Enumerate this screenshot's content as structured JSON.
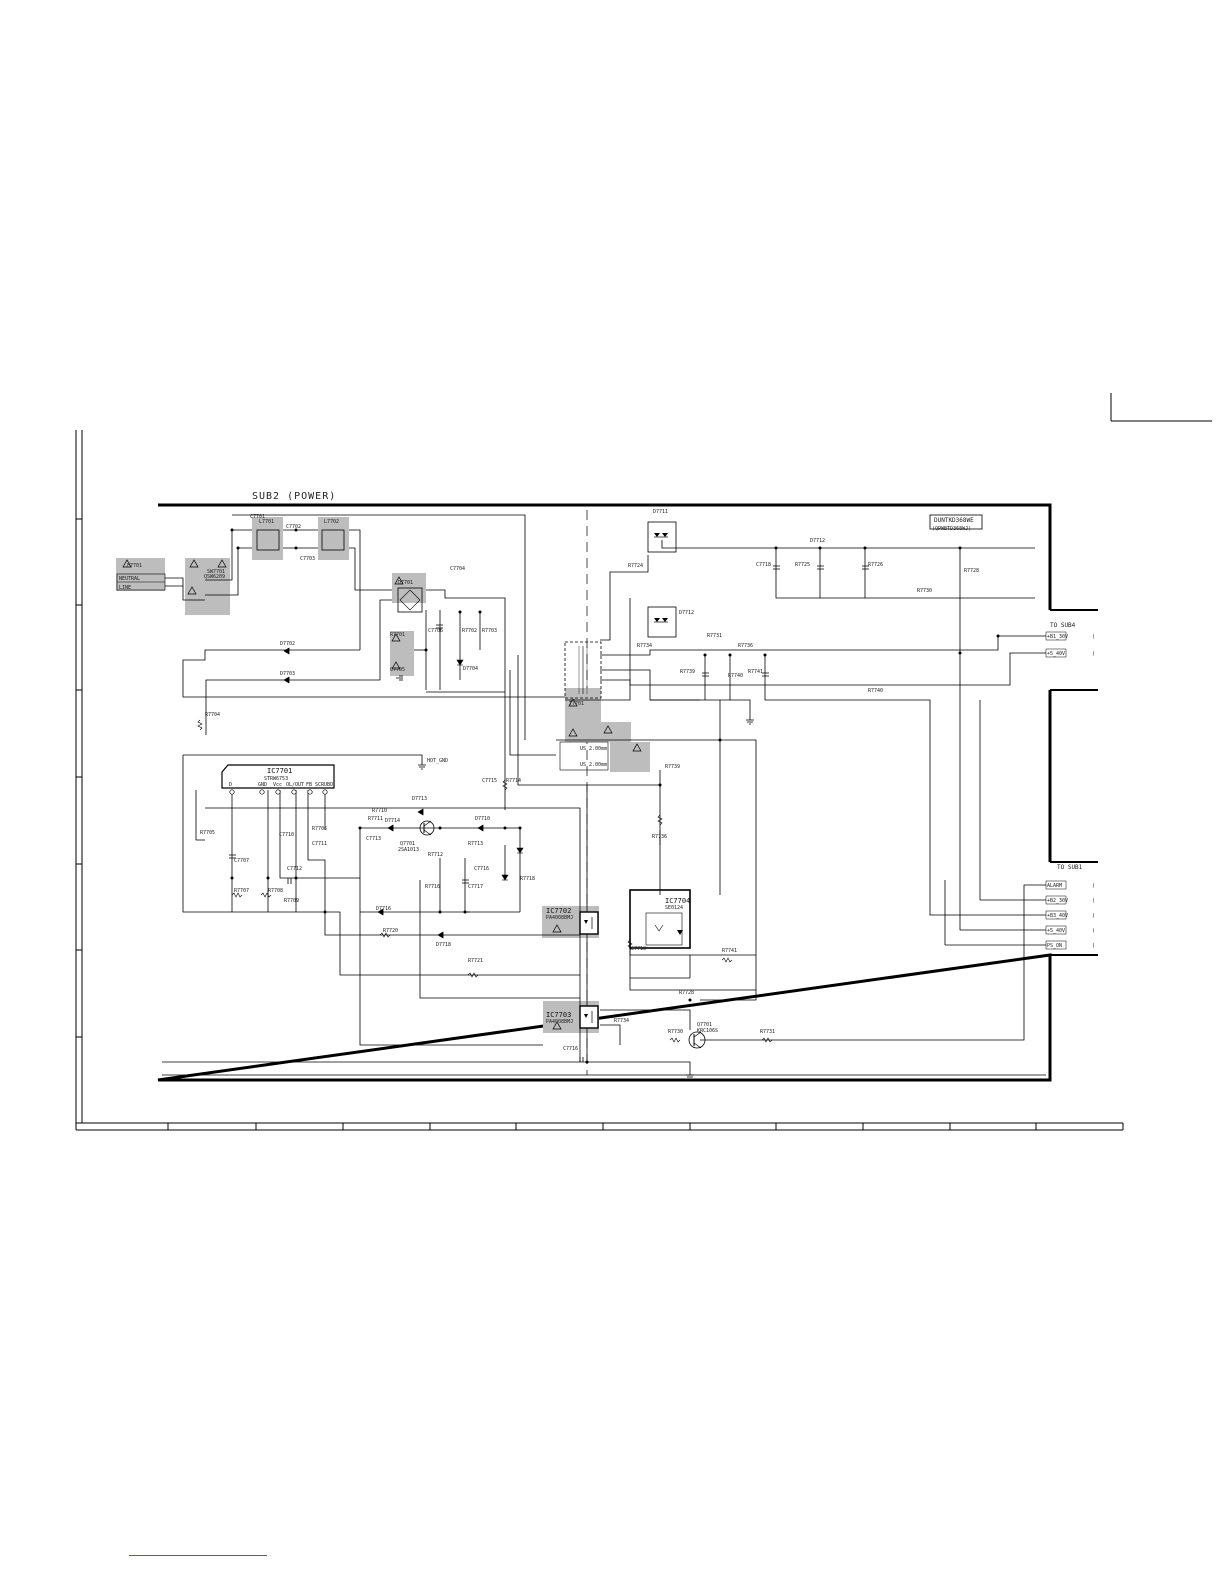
{
  "diagram": {
    "board_title": "SUB2 (POWER)",
    "board_code": "DUNTKD368WE",
    "board_code_sub": "(QPWBTD368WJ)",
    "to_sub4": "TO SUB4",
    "to_sub1": "TO SUB1",
    "ac_labels": [
      "NEUTRAL",
      "LINE"
    ],
    "ics": {
      "ic7701": "IC7701",
      "ic7701_part": "STRW6753",
      "ic7701_pins": [
        "D",
        "GND",
        "Vcc",
        "OL/OUT",
        "FB",
        "SCRUBO"
      ],
      "ic7702": "IC7702",
      "ic7702_part": "PA4008BMJ",
      "ic7703": "IC7703",
      "ic7703_part": "PA4008BMJ",
      "ic7704": "IC7704",
      "ic7704_part": "SE0124"
    },
    "transistors": {
      "q7701": "Q7701",
      "q7701_part": "2SA1013",
      "q7701b": "Q7701",
      "q7701b_part": "KRC106S"
    },
    "parts": {
      "f7701": "F7701",
      "sw7701": "SW7701",
      "sw7701_part": "QSW6209",
      "l7701": "L7701",
      "l7702": "L7702",
      "t7701": "T7701",
      "d7701": "D7701",
      "d7702": "D7702",
      "d7703": "D7703",
      "d7704": "D7704",
      "d7710": "D7710",
      "d7711": "D7711",
      "d7712": "D7712",
      "d7713": "D7713",
      "d7714": "D7714",
      "d7716": "D7716",
      "d7718": "D7718",
      "c7701": "C7701",
      "c7702": "C7702",
      "c7703": "C7703",
      "c7704": "C7704",
      "c7705": "C7705",
      "c7706": "C7706",
      "c7707": "C7707",
      "c7710": "C7710",
      "c7711": "C7711",
      "c7712": "C7712",
      "c7713": "C7713",
      "c7715": "C7715",
      "c7716": "C7716",
      "c7717": "C7717",
      "c7718": "C7718",
      "r7701": "R7701",
      "r7702": "R7702",
      "r7703": "R7703",
      "r7704": "R7704",
      "r7705": "R7705",
      "r7706": "R7706",
      "r7707": "R7707",
      "r7708": "R7708",
      "r7709": "R7709",
      "r7710": "R7710",
      "r7711": "R7711",
      "r7712": "R7712",
      "r7713": "R7713",
      "r7714": "R7714",
      "r7716": "R7716",
      "r7718": "R7718",
      "r7720": "R7720",
      "r7721": "R7721",
      "r7724": "R7724",
      "r7725": "R7725",
      "r7726": "R7726",
      "r7728": "R7728",
      "r7730": "R7730",
      "r7731": "R7731",
      "r7734": "R7734",
      "r7736": "R7736",
      "r7739": "R7739",
      "r7740": "R7740",
      "r7741": "R7741"
    },
    "connector_pins_sub4": [
      "+B1_30V",
      "+5_40V"
    ],
    "connector_pins_sub1": [
      "ALARM",
      "+B2_30V",
      "+B3_40V",
      "+5_40V",
      "PS_ON"
    ],
    "sub_labels": [
      "US 2.00mm",
      "US 2.00mm",
      "HOT_GND"
    ]
  }
}
